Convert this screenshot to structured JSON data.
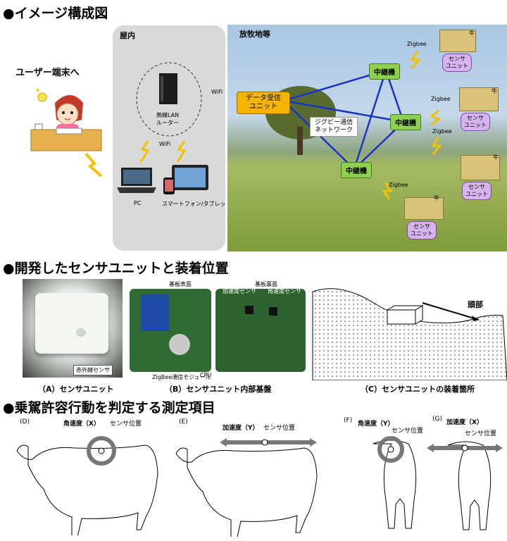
{
  "section1": {
    "title": "●イメージ構成図",
    "user_terminal": "ユーザー端末へ",
    "indoor_label": "屋内",
    "router_label_line1": "無線LAN",
    "router_label_line2": "ルーター",
    "wifi_label": "WiFi",
    "wifi_label_2": "WiFi",
    "pc_label": "PC",
    "phone_label": "スマートフォン/タブレットPC",
    "field_label": "放牧地等",
    "receiver_line1": "データ受信",
    "receiver_line2": "ユニット",
    "relay_label": "中継機",
    "network_line1": "ジグビー通信",
    "network_line2": "ネットワーク",
    "zigbee_label": "Zigbee",
    "cow_label": "牛",
    "sensor_line1": "センサ",
    "sensor_line2": "ユニット"
  },
  "section2": {
    "title": "●開発したセンサユニットと装着位置",
    "infrared_label": "赤外線センサ",
    "board_front": "基板表面",
    "board_back": "基板裏面",
    "accel_sensor": "加速度センサ",
    "gyro_sensor": "角速度センサ",
    "zigbee_module": "ZigBee通信モジュール",
    "cpu_label": "CPU",
    "head_label": "頭部",
    "caption_a": "（A）センサユニット",
    "caption_b": "（B）センサユニット内部基盤",
    "caption_c": "（C）センサユニットの装着箇所"
  },
  "section3": {
    "title": "●乗駕許容行動を判定する測定項目",
    "d_tag": "(D)",
    "d_measure": "角速度（X）",
    "d_position": "センサ位置",
    "e_tag": "(E)",
    "e_measure": "加速度（Y）",
    "e_position": "センサ位置",
    "f_tag": "(F)",
    "f_measure": "角速度（Y）",
    "f_position": "センサ位置",
    "g_tag": "(G)",
    "g_measure": "加速度（X）",
    "g_position": "センサ位置"
  }
}
